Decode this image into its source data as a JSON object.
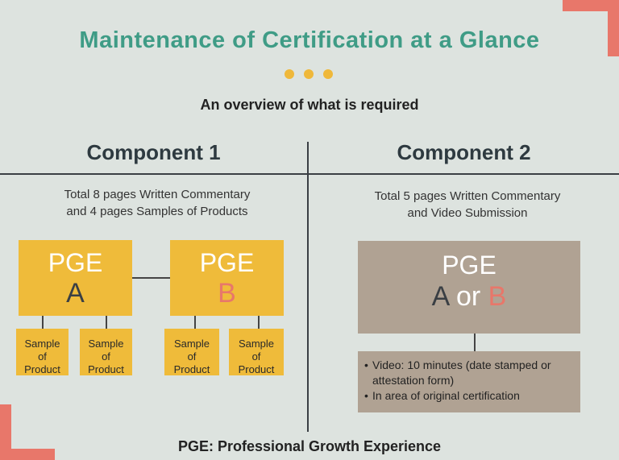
{
  "title": "Maintenance of Certification at a Glance",
  "subtitle": "An overview of what is required",
  "colors": {
    "background": "#dde3df",
    "title": "#3f9c86",
    "accent_corner": "#e8776a",
    "dots": "#efb83a",
    "pge_box": "#efbb3a",
    "component2_box": "#b0a293",
    "letter_a": "#3a3f44",
    "letter_b": "#e8776a"
  },
  "component1": {
    "heading": "Component 1",
    "description_line1": "Total 8 pages Written Commentary",
    "description_line2": "and 4 pages Samples of Products",
    "pge_a": {
      "label": "PGE",
      "letter": "A"
    },
    "pge_b": {
      "label": "PGE",
      "letter": "B"
    },
    "samples": [
      {
        "line1": "Sample",
        "line2": "of",
        "line3": "Product"
      },
      {
        "line1": "Sample",
        "line2": "of",
        "line3": "Product"
      },
      {
        "line1": "Sample",
        "line2": "of",
        "line3": "Product"
      },
      {
        "line1": "Sample",
        "line2": "of",
        "line3": "Product"
      }
    ]
  },
  "component2": {
    "heading": "Component 2",
    "description_line1": "Total 5 pages Written Commentary",
    "description_line2": "and Video Submission",
    "pge": {
      "label": "PGE",
      "letter_a": "A",
      "or_text": "or",
      "letter_b": "B"
    },
    "bullets": [
      "Video: 10 minutes (date stamped or attestation form)",
      "In area of original certification"
    ]
  },
  "footer": "PGE: Professional Growth Experience"
}
